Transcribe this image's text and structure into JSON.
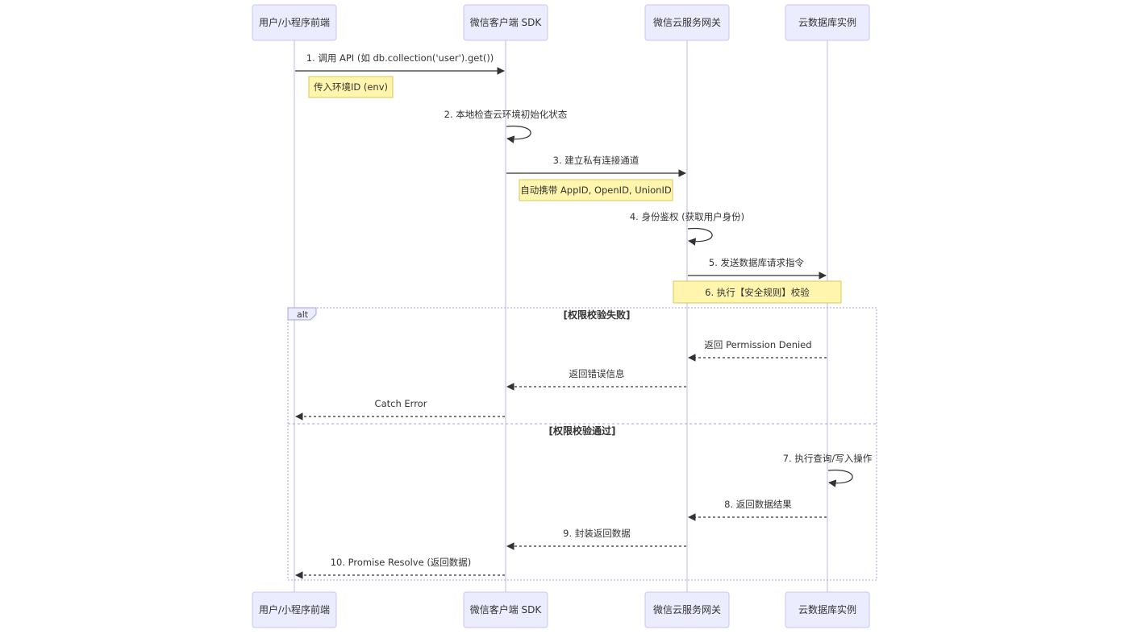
{
  "participants": [
    {
      "id": "user",
      "label": "用户/小程序前端"
    },
    {
      "id": "sdk",
      "label": "微信客户端 SDK"
    },
    {
      "id": "gateway",
      "label": "微信云服务网关"
    },
    {
      "id": "db",
      "label": "云数据库实例"
    }
  ],
  "messages": [
    {
      "id": "m1",
      "from": "user",
      "to": "sdk",
      "label": "1. 调用 API (如 db.collection('user').get())",
      "style": "solid"
    },
    {
      "id": "m2",
      "from": "sdk",
      "to": "sdk",
      "label": "2. 本地检查云环境初始化状态",
      "style": "self"
    },
    {
      "id": "m3",
      "from": "sdk",
      "to": "gateway",
      "label": "3. 建立私有连接通道",
      "style": "solid"
    },
    {
      "id": "m4",
      "from": "gateway",
      "to": "gateway",
      "label": "4. 身份鉴权 (获取用户身份)",
      "style": "self"
    },
    {
      "id": "m5",
      "from": "gateway",
      "to": "db",
      "label": "5. 发送数据库请求指令",
      "style": "solid"
    },
    {
      "id": "m6",
      "from": "db",
      "to": "gateway",
      "label": "返回 Permission Denied",
      "style": "dashed"
    },
    {
      "id": "m7",
      "from": "gateway",
      "to": "sdk",
      "label": "返回错误信息",
      "style": "dashed"
    },
    {
      "id": "m8",
      "from": "sdk",
      "to": "user",
      "label": "Catch Error",
      "style": "dashed"
    },
    {
      "id": "m9",
      "from": "db",
      "to": "db",
      "label": "7. 执行查询/写入操作",
      "style": "self"
    },
    {
      "id": "m10",
      "from": "db",
      "to": "gateway",
      "label": "8. 返回数据结果",
      "style": "dashed"
    },
    {
      "id": "m11",
      "from": "gateway",
      "to": "sdk",
      "label": "9. 封装返回数据",
      "style": "dashed"
    },
    {
      "id": "m12",
      "from": "sdk",
      "to": "user",
      "label": "10. Promise Resolve (返回数据)",
      "style": "dashed"
    }
  ],
  "notes": [
    {
      "id": "n1",
      "label": "传入环境ID (env)"
    },
    {
      "id": "n2",
      "label": "自动携带 AppID, OpenID, UnionID"
    },
    {
      "id": "n3",
      "label": "6. 执行【安全规则】校验"
    }
  ],
  "alt_block": {
    "keyword": "alt",
    "condition_1": "[权限校验失败]",
    "condition_2": "[权限校验通过]"
  },
  "colors": {
    "actor_fill": "#ececff",
    "actor_stroke": "#c8c6f0",
    "lifeline": "#c9c6ee",
    "arrow": "#333333",
    "note_fill": "#fff5ad",
    "note_stroke": "#d8c85a",
    "alt_stroke": "#a3a0e0",
    "text": "#333333"
  }
}
